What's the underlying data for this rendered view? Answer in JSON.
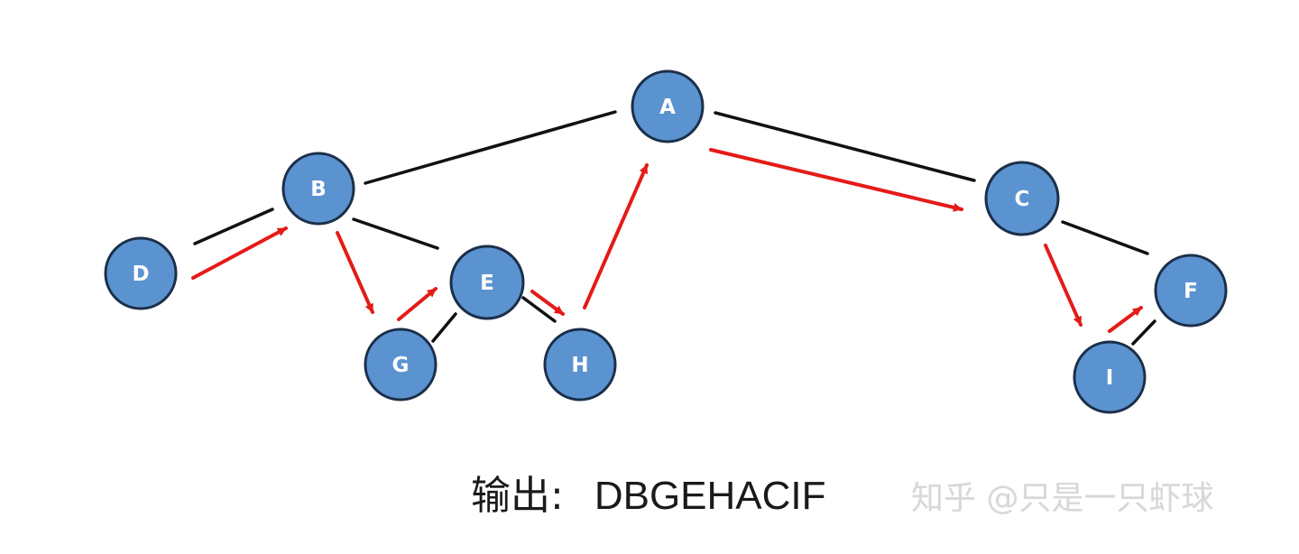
{
  "nodes": {
    "A": "A",
    "B": "B",
    "C": "C",
    "D": "D",
    "E": "E",
    "F": "F",
    "G": "G",
    "H": "H",
    "I": "I"
  },
  "tree_edges": [
    [
      "A",
      "B"
    ],
    [
      "A",
      "C"
    ],
    [
      "B",
      "D"
    ],
    [
      "B",
      "E"
    ],
    [
      "E",
      "G"
    ],
    [
      "E",
      "H"
    ],
    [
      "C",
      "F"
    ],
    [
      "F",
      "I"
    ]
  ],
  "traversal_order": [
    "D",
    "B",
    "G",
    "E",
    "H",
    "A",
    "C",
    "I",
    "F"
  ],
  "output": {
    "label": "输出",
    "colon": ":",
    "sequence": "DBGEHACIF"
  },
  "watermark": "知乎 @只是一只虾球",
  "colors": {
    "node_fill": "#5b93d0",
    "node_stroke": "#1b2f4a",
    "edge": "#111111",
    "arrow": "#e41b17"
  }
}
